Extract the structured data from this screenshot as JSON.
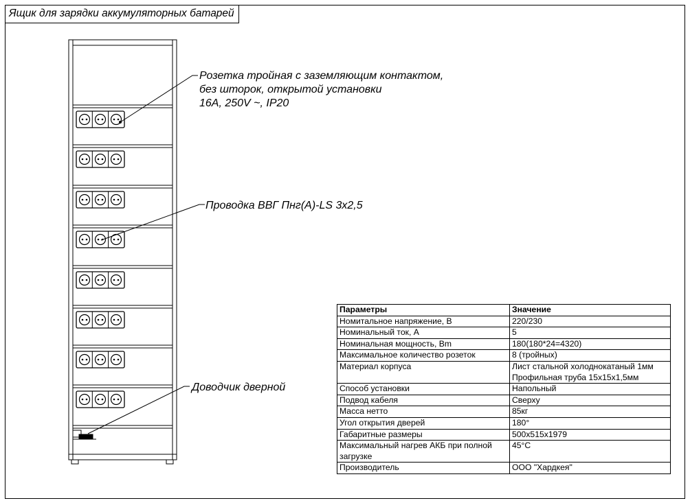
{
  "title": "Ящик для зарядки аккумуляторных батарей",
  "callouts": {
    "socket": [
      "Розетка тройная с заземляющим контактом,",
      "без шторок, открытой установки",
      "16А, 250V ~, IP20"
    ],
    "wiring": "Проводка ВВГ Пнг(А)-LS 3х2,5",
    "closer": "Доводчик дверной"
  },
  "spec_table": {
    "headers": [
      "Параметры",
      "Значение"
    ],
    "rows": [
      [
        "Номитальное напряжение, В",
        "220/230"
      ],
      [
        "Номинальный ток, А",
        "5"
      ],
      [
        "Номинальная мощность, Вm",
        "180(180*24=4320)"
      ],
      [
        "Максимальное количество розеток",
        "8 (тройных)"
      ],
      [
        "Материал корпуса",
        "Лист стальной холоднокатаный 1мм\nПрофильная труба 15х15х1,5мм"
      ],
      [
        "Способ установки",
        "Напольный"
      ],
      [
        "Подвод кабеля",
        "Сверху"
      ],
      [
        "Масса нетто",
        "85кг"
      ],
      [
        "Угол открытия дверей",
        "180°"
      ],
      [
        "Габаритные размеры",
        "500х515х1979"
      ],
      [
        "Максимальный нагрев АКБ при полной\nзагрузке",
        "45°С"
      ],
      [
        "Производитель",
        "ООО \"Хардкея\""
      ]
    ]
  }
}
